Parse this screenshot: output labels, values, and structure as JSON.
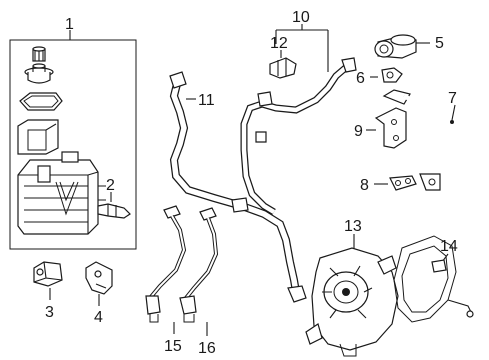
{
  "diagram": {
    "callouts": [
      {
        "id": "c1",
        "label": "1"
      },
      {
        "id": "c2",
        "label": "2"
      },
      {
        "id": "c3",
        "label": "3"
      },
      {
        "id": "c4",
        "label": "4"
      },
      {
        "id": "c5",
        "label": "5"
      },
      {
        "id": "c6",
        "label": "6"
      },
      {
        "id": "c7",
        "label": "7"
      },
      {
        "id": "c8",
        "label": "8"
      },
      {
        "id": "c9",
        "label": "9"
      },
      {
        "id": "c10",
        "label": "10"
      },
      {
        "id": "c11",
        "label": "11"
      },
      {
        "id": "c12",
        "label": "12"
      },
      {
        "id": "c13",
        "label": "13"
      },
      {
        "id": "c14",
        "label": "14"
      },
      {
        "id": "c15",
        "label": "15"
      },
      {
        "id": "c16",
        "label": "16"
      }
    ],
    "colors": {
      "ink": "#1a1a1a",
      "background": "#ffffff"
    }
  }
}
